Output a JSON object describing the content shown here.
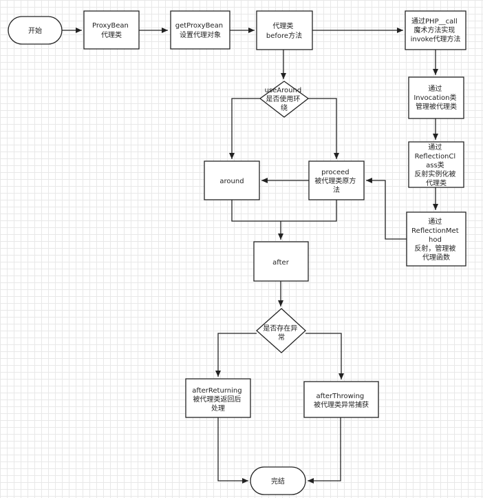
{
  "nodes": {
    "start": "开始",
    "proxybean": [
      "ProxyBean",
      "代理类"
    ],
    "getproxybean": [
      "getProxyBean",
      "设置代理对象"
    ],
    "before": [
      "代理类",
      "before方法"
    ],
    "phpcall": [
      "通过PHP__call",
      "魔术方法实现",
      "invoke代理方法"
    ],
    "invocation": [
      "通过",
      "Invocation类",
      "管理被代理类"
    ],
    "reflectionclass": [
      "通过",
      "ReflectionCl",
      "ass类",
      "反射实例化被",
      "代理类"
    ],
    "reflectionmethod": [
      "通过",
      "ReflectionMet",
      "hod",
      "反射，管理被",
      "代理函数"
    ],
    "usearound": [
      "useAround",
      "是否使用环",
      "绕"
    ],
    "around": "around",
    "proceed": [
      "proceed",
      "被代理类原方",
      "法"
    ],
    "after": "after",
    "exception": [
      "是否存在异",
      "常"
    ],
    "afterreturning": [
      "afterReturning",
      "被代理类返回后",
      "处理"
    ],
    "afterthrowing": [
      "afterThrowing",
      "被代理类异常捕获"
    ],
    "end": "完结"
  }
}
